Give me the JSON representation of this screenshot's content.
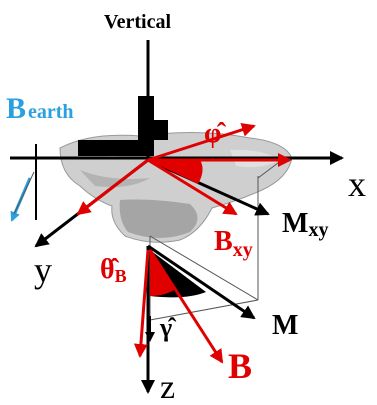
{
  "labels": {
    "vertical": "Vertical",
    "b": "B",
    "earth": "earth",
    "phi_hat": "φ̂",
    "x": "x",
    "y": "y",
    "z": "z",
    "mxy_m": "M",
    "mxy_sub": "xy",
    "bxy_b": "B",
    "bxy_sub": "xy",
    "theta_b": "θ̂",
    "theta_b_sub": "B",
    "gamma_hat": "γ̂",
    "m": "M",
    "b_vec": "B"
  },
  "colors": {
    "black": "#000000",
    "red": "#e00000",
    "blue": "#2aa0e0",
    "rock": "#cfcfcf",
    "rock_shadow": "#8a8a8a"
  }
}
